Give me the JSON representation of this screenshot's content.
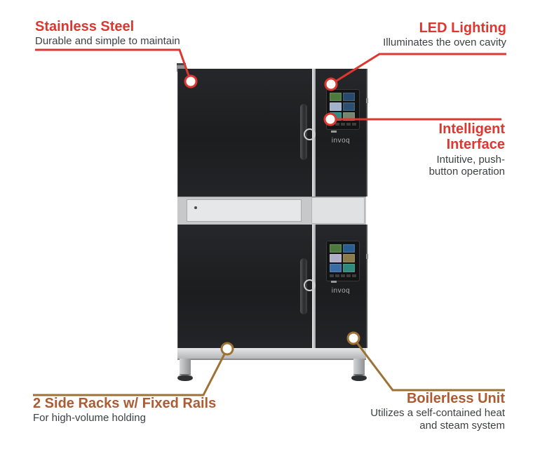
{
  "product": {
    "logo": "invoq"
  },
  "callouts": {
    "stainless_steel": {
      "title": "Stainless Steel",
      "description": "Durable and simple to maintain"
    },
    "led_lighting": {
      "title": "LED Lighting",
      "description": "Illuminates the oven cavity"
    },
    "intelligent_interface": {
      "title": "Intelligent Interface",
      "description": "Intuitive, push-button operation"
    },
    "side_racks": {
      "title": "2 Side Racks w/ Fixed Rails",
      "description": "For high-volume holding"
    },
    "boilerless_unit": {
      "title": "Boilerless Unit",
      "description": "Utilizes a self-contained heat and steam system"
    }
  },
  "colors": {
    "accent_red": "#dc3832",
    "accent_brown_line": "#9c7335",
    "accent_brown_heading": "#ad5b33",
    "body_text": "#3e3f41",
    "oven_black": "#1c1d1f",
    "stainless_silver": "#c7c8ca"
  }
}
